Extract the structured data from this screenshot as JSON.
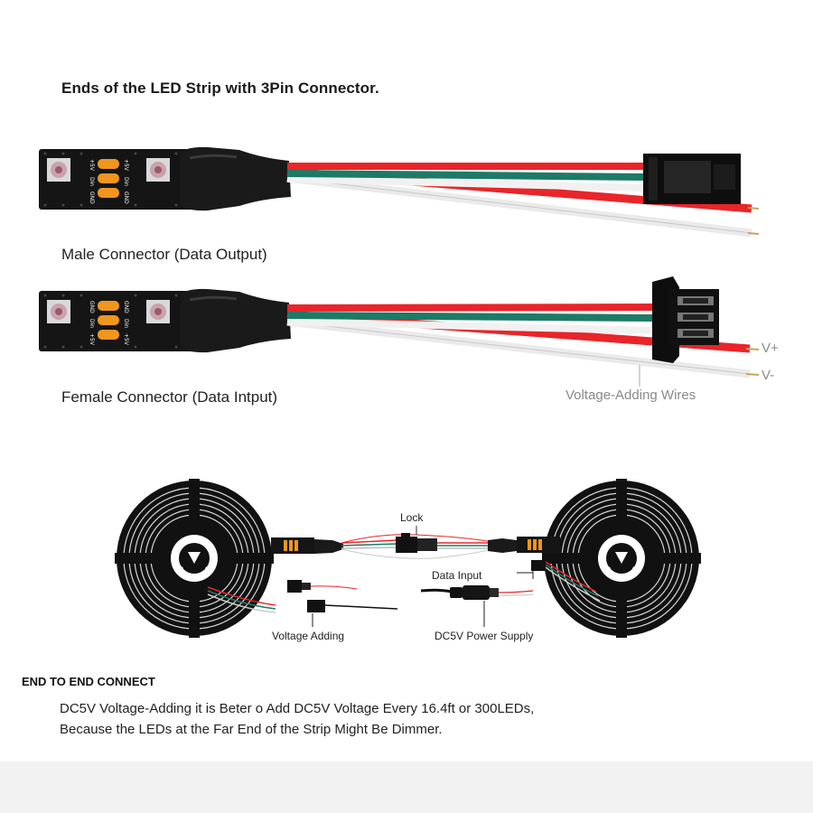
{
  "title": "Ends of the LED Strip with 3Pin Connector.",
  "male_caption": "Male Connector (Data Output)",
  "female_caption": "Female Connector (Data Intput)",
  "v_plus": "V+",
  "v_minus": "V-",
  "voltage_adding_wires": "Voltage-Adding Wires",
  "pin_labels": [
    "+5V",
    "Din",
    "GND"
  ],
  "diagram": {
    "lock": "Lock",
    "data_input": "Data Input",
    "voltage_adding": "Voltage Adding",
    "power_supply": "DC5V Power Supply"
  },
  "end_to_end_heading": "END TO END CONNECT",
  "description_line1": "DC5V Voltage-Adding it is Beter o Add DC5V Voltage Every 16.4ft or 300LEDs,",
  "description_line2": "Because the LEDs at the Far End of the Strip Might Be Dimmer.",
  "colors": {
    "red_wire": "#e8252a",
    "green_wire": "#1e7a66",
    "white_wire": "#e6e6e6",
    "pad_orange": "#f0951e",
    "strip_black": "#151515"
  }
}
